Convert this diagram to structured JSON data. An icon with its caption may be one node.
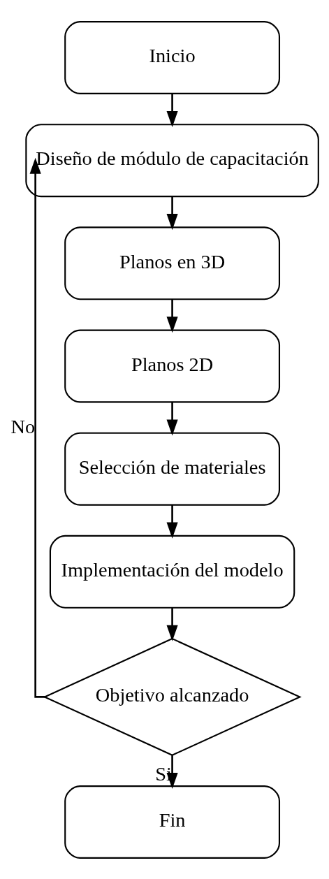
{
  "diagram": {
    "nodes": [
      {
        "text": [
          "Inicio"
        ]
      },
      {
        "text": [
          "Diseño de módulo de capacitación"
        ]
      },
      {
        "text": [
          "Planos en 3D"
        ]
      },
      {
        "text": [
          "Planos 2D"
        ]
      },
      {
        "text": [
          "Selección de materiales"
        ]
      },
      {
        "text": [
          "Implementación del modelo"
        ]
      },
      {
        "text": [
          "Objetivo alcanzado"
        ]
      },
      {
        "text": [
          "Fin"
        ]
      }
    ],
    "edges": [
      {
        "from": 0,
        "to": 1,
        "arrow": "to"
      },
      {
        "from": 1,
        "to": 2,
        "arrow": "to"
      },
      {
        "from": 2,
        "to": 3,
        "arrow": "to"
      },
      {
        "from": 3,
        "to": 4,
        "arrow": "to"
      },
      {
        "from": 4,
        "to": 5,
        "arrow": "to"
      },
      {
        "from": 5,
        "to": 6,
        "arrow": "to"
      },
      {
        "from": 6,
        "to": 1,
        "arrow": "to",
        "label": "No"
      },
      {
        "from": 6,
        "to": 7,
        "arrow": "to",
        "label": "Si"
      }
    ]
  }
}
